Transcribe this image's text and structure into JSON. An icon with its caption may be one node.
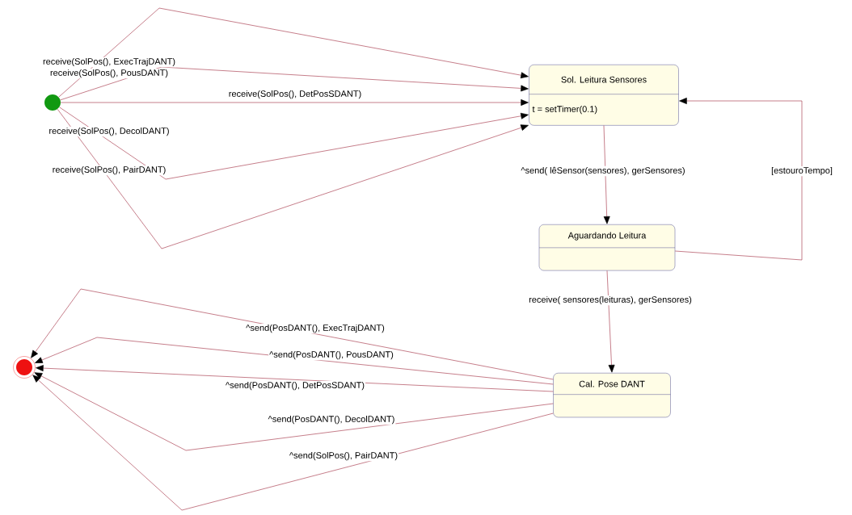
{
  "diagram": {
    "nodes": [
      {
        "text": [],
        "shape": "circle"
      },
      {
        "text": [
          "Sol. Leitura Sensores",
          "t = setTimer(0.1)"
        ]
      },
      {
        "text": [
          "Aguardando Leitura"
        ]
      },
      {
        "text": [
          "Cal. Pose DANT"
        ]
      },
      {
        "text": [],
        "shape": "circle"
      }
    ],
    "edges": [
      {
        "from": 0,
        "to": 1,
        "arrow": "to",
        "label": "receive(SolPos(), ExecTrajDANT)"
      },
      {
        "from": 0,
        "to": 1,
        "arrow": "to",
        "label": "receive(SolPos(), PousDANT)"
      },
      {
        "from": 0,
        "to": 1,
        "arrow": "to",
        "label": "receive(SolPos(), DetPosSDANT)"
      },
      {
        "from": 0,
        "to": 1,
        "arrow": "to",
        "label": "receive(SolPos(), DecolDANT)"
      },
      {
        "from": 0,
        "to": 1,
        "arrow": "to",
        "label": "receive(SolPos(), PairDANT)"
      },
      {
        "from": 1,
        "to": 2,
        "arrow": "to",
        "label": "^send( lêSensor(sensores), gerSensores)"
      },
      {
        "from": 2,
        "to": 1,
        "arrow": "to",
        "label": "[estouroTempo]"
      },
      {
        "from": 2,
        "to": 3,
        "arrow": "to",
        "label": "receive( sensores(leituras), gerSensores)"
      },
      {
        "from": 3,
        "to": 4,
        "arrow": "to",
        "label": "^send(PosDANT(), ExecTrajDANT)"
      },
      {
        "from": 3,
        "to": 4,
        "arrow": "to",
        "label": "^send(PosDANT(), PousDANT)"
      },
      {
        "from": 3,
        "to": 4,
        "arrow": "to",
        "label": "^send(PosDANT(), DetPosSDANT)"
      },
      {
        "from": 3,
        "to": 4,
        "arrow": "to",
        "label": "^send(PosDANT(), DecolDANT)"
      },
      {
        "from": 3,
        "to": 4,
        "arrow": "to",
        "label": "^send(SolPos(), PairDANT)"
      }
    ]
  }
}
